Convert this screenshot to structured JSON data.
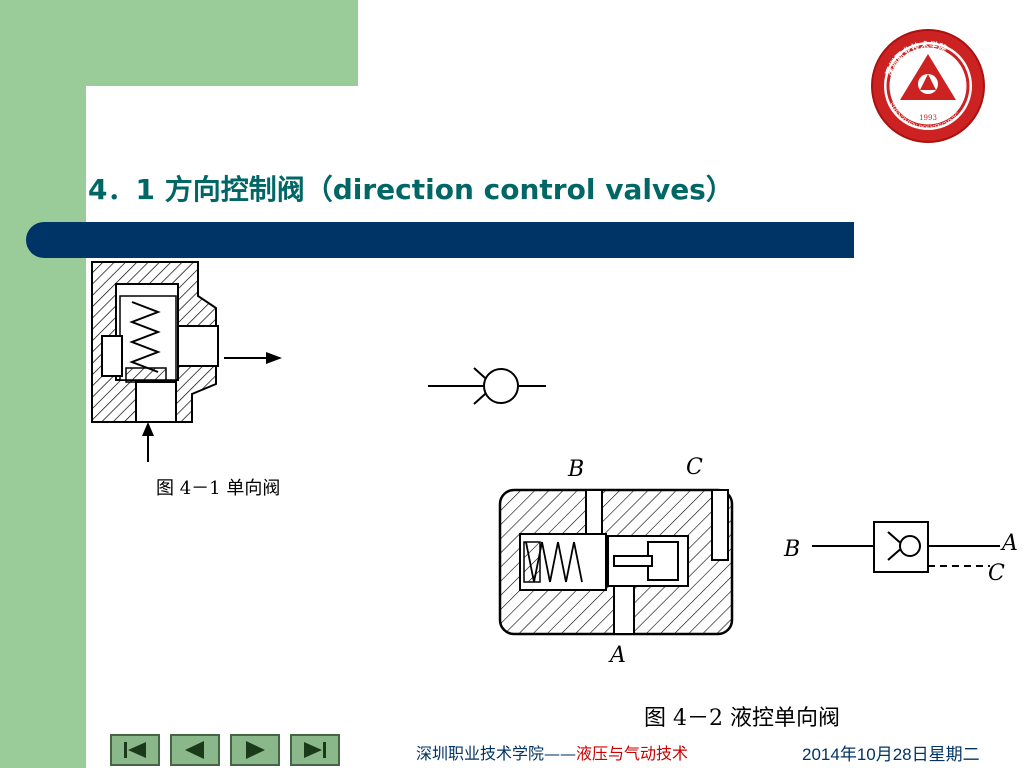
{
  "slide": {
    "title": "4．1 方向控制阀（direction control valves）",
    "logo": {
      "text_top": "深圳职业技术学院",
      "text_bottom": "SHENZHEN POLYTECHNIC",
      "year": "1993",
      "color": "#cc2222"
    },
    "figure1": {
      "caption": "图 4－1  单向阀"
    },
    "figure2": {
      "caption": "图 4－2  液控单向阀",
      "port_labels": [
        "B",
        "C",
        "A"
      ],
      "symbol_labels": [
        "B",
        "A",
        "C"
      ]
    }
  },
  "footer": {
    "school": "深圳职业技术学院——",
    "course": "液压与气动技术",
    "date": "2014年10月28日星期二"
  },
  "nav": {
    "buttons": [
      {
        "name": "first-slide-button",
        "icon": "skip-back-icon"
      },
      {
        "name": "prev-slide-button",
        "icon": "triangle-left-icon"
      },
      {
        "name": "next-slide-button",
        "icon": "triangle-right-icon"
      },
      {
        "name": "last-slide-button",
        "icon": "skip-forward-icon"
      }
    ]
  },
  "colors": {
    "green": "#99cc99",
    "bar": "#003366",
    "title": "#006666",
    "course": "#cc0000"
  }
}
